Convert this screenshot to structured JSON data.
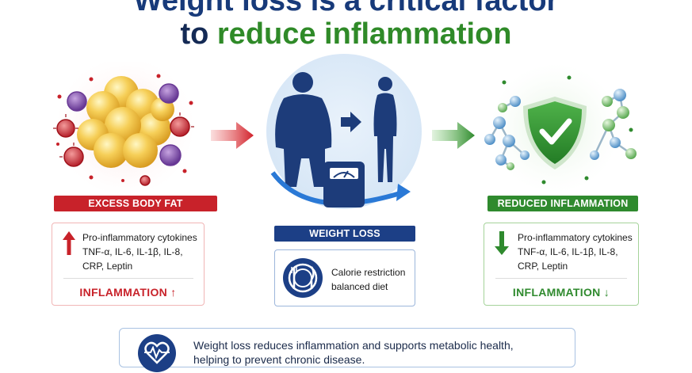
{
  "title": {
    "line1": "Weight loss is a critical factor",
    "line2_prefix": "to ",
    "line2_highlight": "reduce inflammation"
  },
  "left_panel": {
    "banner": "EXCESS BODY FAT",
    "lines": [
      "Pro-inflammatory cytokines",
      "TNF-α, IL-6, IL-1β, IL-8,",
      "CRP, Leptin"
    ],
    "status": "INFLAMMATION ↑"
  },
  "center_panel": {
    "banner": "WEIGHT LOSS",
    "lines": [
      "Calorie restriction",
      "balanced diet"
    ]
  },
  "right_panel": {
    "banner": "REDUCED INFLAMMATION",
    "lines": [
      "Pro-inflammatory cytokines",
      "TNF-α, IL-6, IL-1β, IL-8,",
      "CRP, Leptin"
    ],
    "status": "INFLAMMATION ↓"
  },
  "footer": {
    "line1": "Weight loss reduces inflammation and supports metabolic health,",
    "line2": "helping to prevent chronic disease."
  },
  "colors": {
    "navy": "#1c3f86",
    "red": "#c8222a",
    "green": "#2f8a2e",
    "title_navy": "#173a7a",
    "title_green": "#2f8a28"
  },
  "icons": [
    "fat-cells-illustration",
    "red-arrow-icon",
    "body-silhouette-icon",
    "scale-icon",
    "green-arrow-icon",
    "molecule-icon",
    "shield-check-icon",
    "up-arrow-icon",
    "down-arrow-icon",
    "plate-fork-knife-icon",
    "heart-pulse-icon"
  ]
}
